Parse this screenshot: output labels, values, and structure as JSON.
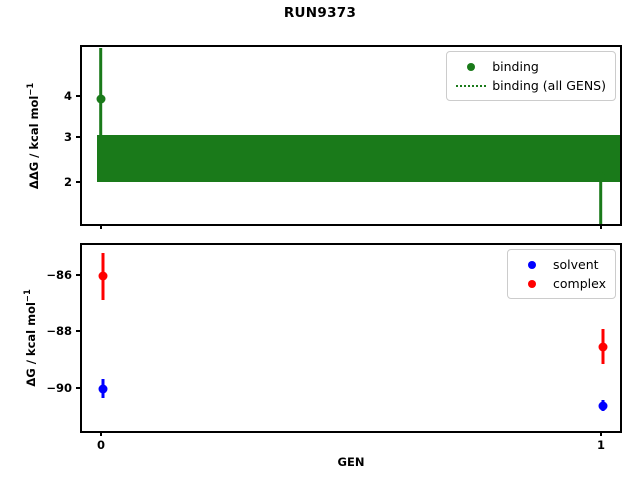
{
  "chart_data": {
    "type": "scatter",
    "title": "RUN9373",
    "xlabel": "GEN",
    "x": [
      0,
      1
    ],
    "xtick_labels": [
      "0",
      "1"
    ],
    "xlim": [
      -0.2,
      1.2
    ],
    "panels": [
      {
        "name": "ddg-panel",
        "ylabel": "ΔΔG / kcal mol⁻¹",
        "ylabel_main": "ΔΔG / kcal mol",
        "ylabel_exp": "−1",
        "ytick_labels": [
          "2",
          "3",
          "4"
        ],
        "ytick_values": [
          2,
          3,
          4
        ],
        "ylim": [
          1.35,
          5.05
        ],
        "grid": false,
        "legend_position": "upper right",
        "series": [
          {
            "name": "binding",
            "label": "binding",
            "color": "#1a7a1a",
            "style": "errorbar-marker",
            "x": [
              0,
              1
            ],
            "values": [
              3.82,
              2.18
            ],
            "err_low": [
              1.02,
              0.78
            ],
            "err_high": [
              1.17,
              0.02
            ]
          },
          {
            "name": "binding (all GENS)",
            "label": "binding (all GENS)",
            "color": "#1a7a1a",
            "style": "dotted-band",
            "mean": 2.4,
            "band_low": 1.73,
            "band_high": 3.08
          }
        ]
      },
      {
        "name": "dg-panel",
        "ylabel": "ΔG / kcal mol⁻¹",
        "ylabel_main": "ΔG / kcal mol",
        "ylabel_exp": "−1",
        "ytick_labels": [
          "−86",
          "−88",
          "−90"
        ],
        "ytick_values": [
          -86,
          -88,
          -90
        ],
        "ylim": [
          -91.6,
          -84.85
        ],
        "grid": false,
        "legend_position": "upper right",
        "series": [
          {
            "name": "solvent",
            "label": "solvent",
            "color": "#0000ff",
            "style": "errorbar-marker",
            "x": [
              0,
              1
            ],
            "values": [
              -89.95,
              -90.62
            ],
            "err_low": [
              0.33,
              0.17
            ],
            "err_high": [
              0.33,
              0.17
            ]
          },
          {
            "name": "complex",
            "label": "complex",
            "color": "#ff0000",
            "style": "errorbar-marker",
            "x": [
              0,
              1
            ],
            "values": [
              -86.08,
              -88.32
            ],
            "err_low": [
              0.85,
              0.62
            ],
            "err_high": [
              0.8,
              0.6
            ]
          }
        ]
      }
    ]
  },
  "colors": {
    "binding_green": "#1a7a1a",
    "solvent_blue": "#0000ff",
    "complex_red": "#ff0000",
    "axis_black": "#000000",
    "background": "#ffffff"
  }
}
